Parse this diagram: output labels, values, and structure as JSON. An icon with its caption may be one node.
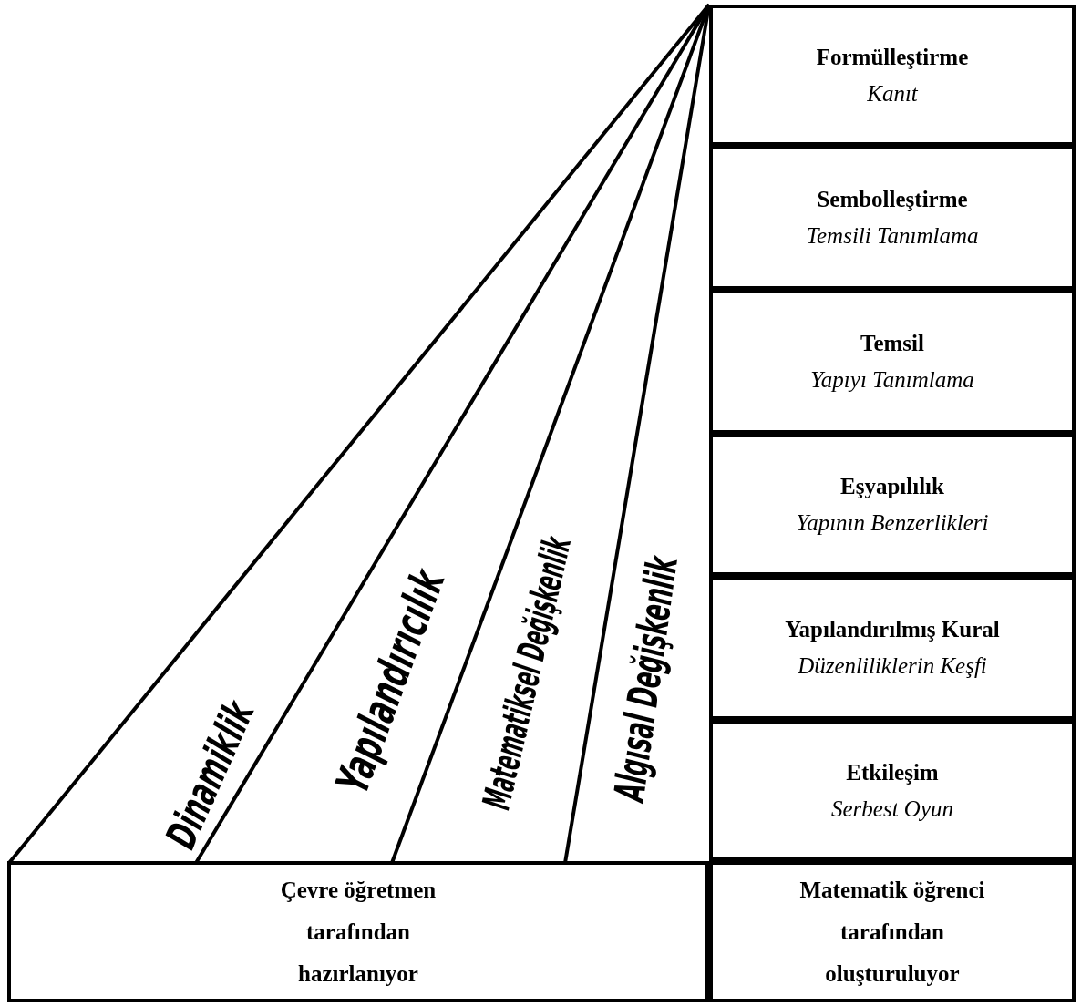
{
  "diagram": {
    "nodes": [
      {
        "text": [
          "Formülleştirme",
          "Kanıt"
        ]
      },
      {
        "text": [
          "Sembolleştirme",
          "Temsili Tanımlama"
        ]
      },
      {
        "text": [
          "Temsil",
          "Yapıyı Tanımlama"
        ]
      },
      {
        "text": [
          "Eşyapılılık",
          "Yapının Benzerlikleri"
        ]
      },
      {
        "text": [
          "Yapılandırılmış Kural",
          "Düzenliliklerin Keşfi"
        ]
      },
      {
        "text": [
          "Etkileşim",
          "Serbest Oyun"
        ]
      },
      {
        "text": [
          "Çevre öğretmen tarafından hazırlanıyor"
        ]
      },
      {
        "text": [
          "Matematik öğrenci tarafından oluşturuluyor"
        ]
      }
    ],
    "edges": [],
    "labels": [
      "Dinamiklik",
      "Yapılandırıcılık",
      "Matematiksel Değişkenlik",
      "Algısal Değişkenlik"
    ]
  }
}
